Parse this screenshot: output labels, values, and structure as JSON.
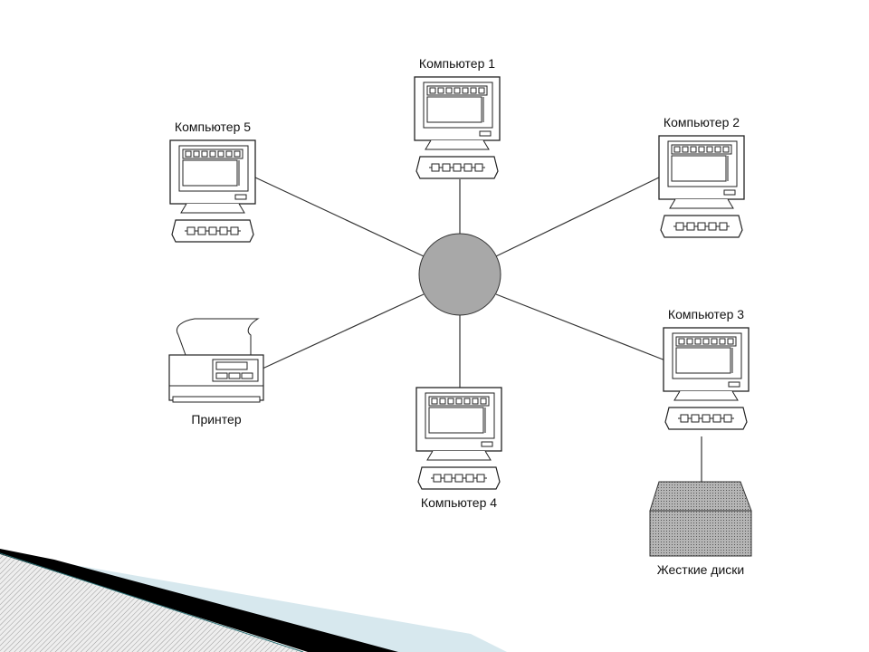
{
  "diagram": {
    "type": "star-network-topology",
    "hub": "hub",
    "computers": [
      {
        "id": "comp1",
        "label": "Компьютер 1"
      },
      {
        "id": "comp2",
        "label": "Компьютер 2"
      },
      {
        "id": "comp3",
        "label": "Компьютер 3"
      },
      {
        "id": "comp4",
        "label": "Компьютер 4"
      },
      {
        "id": "comp5",
        "label": "Компьютер 5"
      }
    ],
    "printer": {
      "label": "Принтер"
    },
    "disks": {
      "label": "Жесткие диски"
    },
    "connections": [
      [
        "hub",
        "comp1"
      ],
      [
        "hub",
        "comp2"
      ],
      [
        "hub",
        "comp3"
      ],
      [
        "hub",
        "comp4"
      ],
      [
        "hub",
        "comp5"
      ],
      [
        "hub",
        "printer"
      ],
      [
        "comp3",
        "disks"
      ]
    ]
  },
  "colors": {
    "line": "#333333",
    "hub": "#a8a8a8",
    "disk": "#9a9a9a",
    "accent_blue": "#d7e8ee"
  }
}
